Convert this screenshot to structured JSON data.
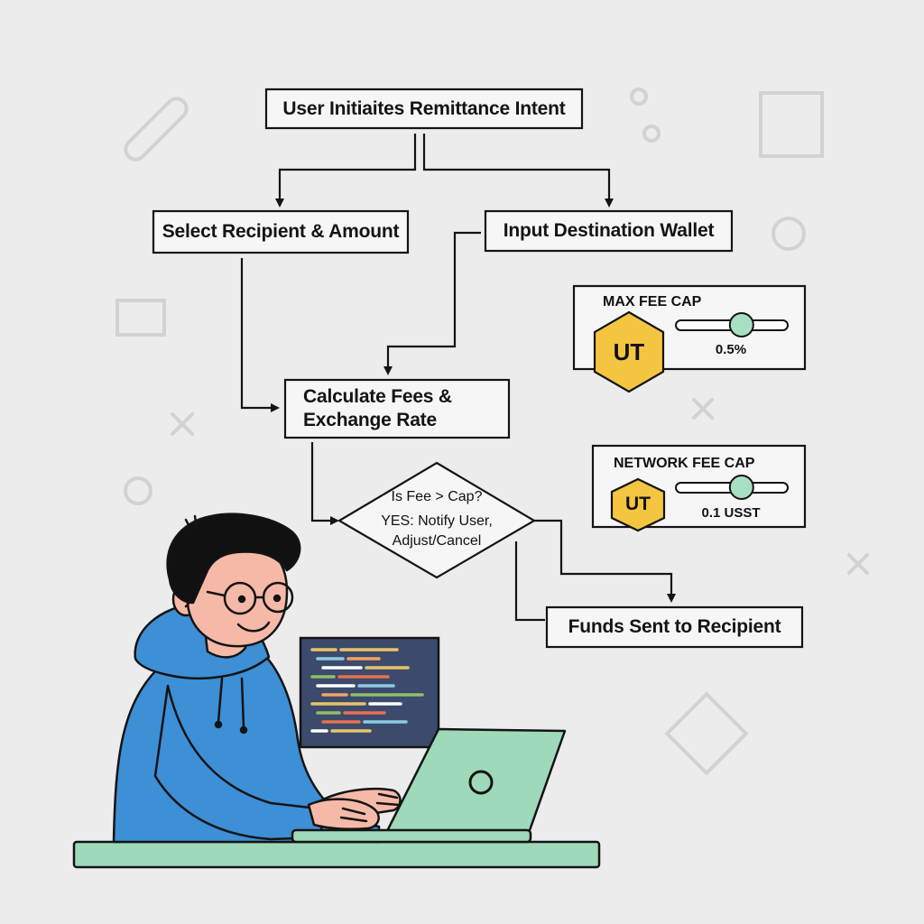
{
  "flowchart": {
    "start": "User Initiaites Remittance Intent",
    "select_recipient": "Select Recipient & Amount",
    "input_wallet": "Input Destination Wallet",
    "calc_line1": "Calculate Fees &",
    "calc_line2": "Exchange Rate",
    "decision_line1": "Is Fee > Cap?",
    "decision_line2": "YES: Notify User,",
    "decision_line3": "Adjust/Cancel",
    "funds_sent": "Funds Sent to Recipient"
  },
  "fee_caps": {
    "max": {
      "title": "MAX FEE CAP",
      "badge": "UT",
      "value": "0.5%",
      "slider_level": 0.6
    },
    "network": {
      "title": "NETWORK FEE CAP",
      "badge": "UT",
      "value": "0.1 USST",
      "slider_level": 0.6
    }
  },
  "colors": {
    "background": "#ececec",
    "ink": "#141414",
    "badge": "#f5c542",
    "slider_knob": "#a8dfc0",
    "hoodie": "#3d8fd6",
    "laptop": "#9ed9b9",
    "desk": "#9ed9b9",
    "skin": "#f6b9a8",
    "hair": "#111111",
    "monitor": "#3c4a6b"
  }
}
